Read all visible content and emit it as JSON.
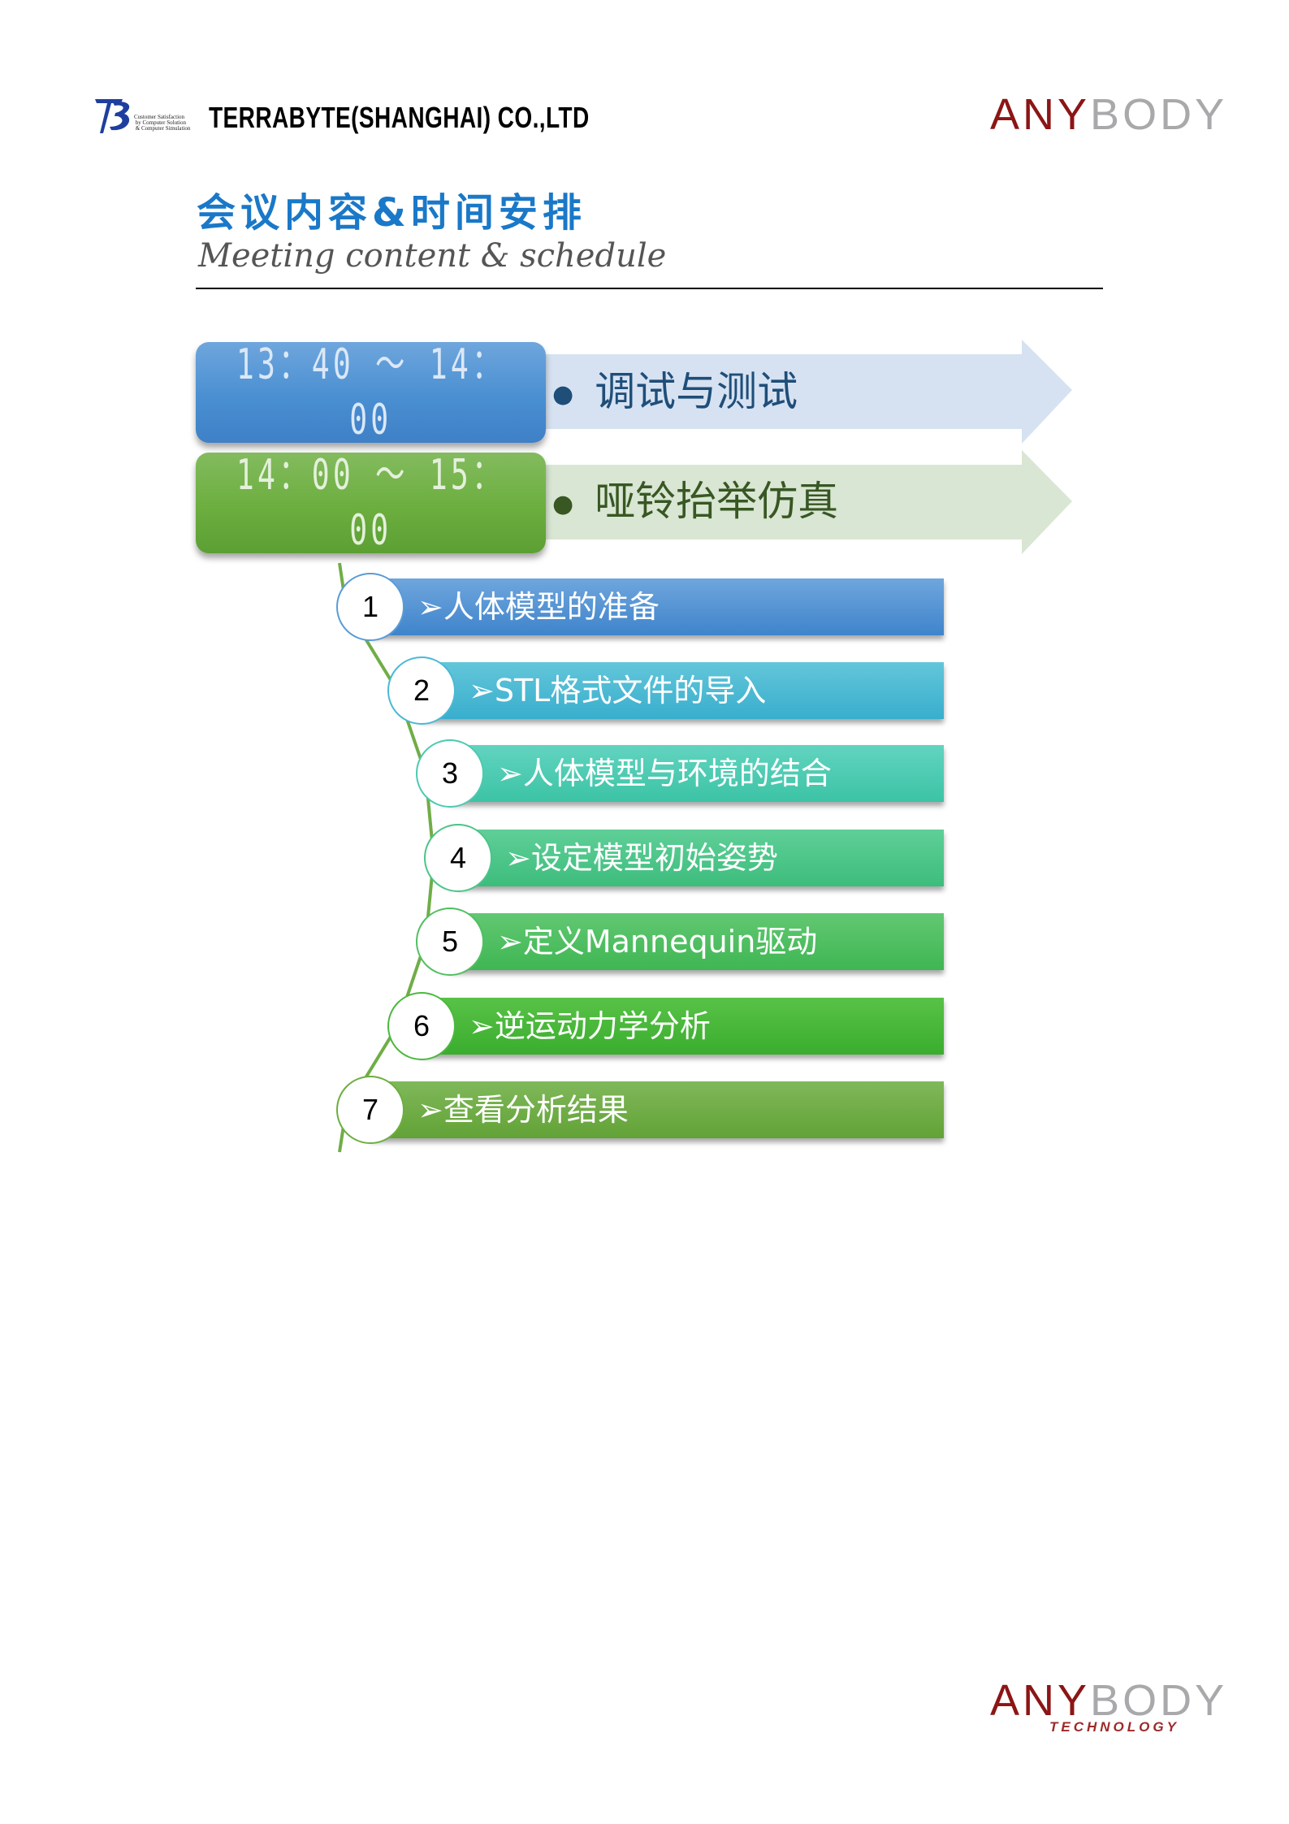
{
  "header": {
    "company": "TERRABYTE(SHANGHAI) CO.,LTD",
    "tagline": "Customer Satisfaction\n by Computer Solution\n & Computer Simulation",
    "logo_left": "TB",
    "logo_right": {
      "any": "ANY",
      "body": "BODY"
    }
  },
  "title": "会议内容&时间安排",
  "subtitle": "Meeting content & schedule",
  "agenda": [
    {
      "time_line1": "13：40 ～ 14：",
      "time_line2": "00",
      "topic": "调试与测试",
      "color": "#4a8fd2",
      "band_color": "#d6e2f2",
      "text_color": "#1f4e79"
    },
    {
      "time_line1": "14：00 ～ 15：",
      "time_line2": "00",
      "topic": "哑铃抬举仿真",
      "color": "#6cae3f",
      "band_color": "#d9e6d3",
      "text_color": "#385723"
    }
  ],
  "steps": [
    {
      "num": "1",
      "label": "➢人体模型的准备",
      "color_top": "#6fa6dd",
      "color_bottom": "#3f84cb",
      "ring": "#5b9bd5"
    },
    {
      "num": "2",
      "label": "➢STL格式文件的导入",
      "color_top": "#63c6da",
      "color_bottom": "#39aecd",
      "ring": "#4bb8d4"
    },
    {
      "num": "3",
      "label": "➢人体模型与环境的结合",
      "color_top": "#62d4c0",
      "color_bottom": "#3cc3a5",
      "ring": "#4ccab0"
    },
    {
      "num": "4",
      "label": "➢设定模型初始姿势",
      "color_top": "#5fcf98",
      "color_bottom": "#3dbd7c",
      "ring": "#4cc48a"
    },
    {
      "num": "5",
      "label": "➢定义Mannequin驱动",
      "color_top": "#62c872",
      "color_bottom": "#3fb653",
      "ring": "#52bf62"
    },
    {
      "num": "6",
      "label": "➢逆运动力学分析",
      "color_top": "#58c247",
      "color_bottom": "#3aad2e",
      "ring": "#4cb840"
    },
    {
      "num": "7",
      "label": "➢查看分析结果",
      "color_top": "#80b85a",
      "color_bottom": "#62a236",
      "ring": "#6cae3f"
    }
  ],
  "footer": {
    "logo": {
      "any": "ANY",
      "body": "BODY",
      "tagline": "TECHNOLOGY"
    }
  }
}
